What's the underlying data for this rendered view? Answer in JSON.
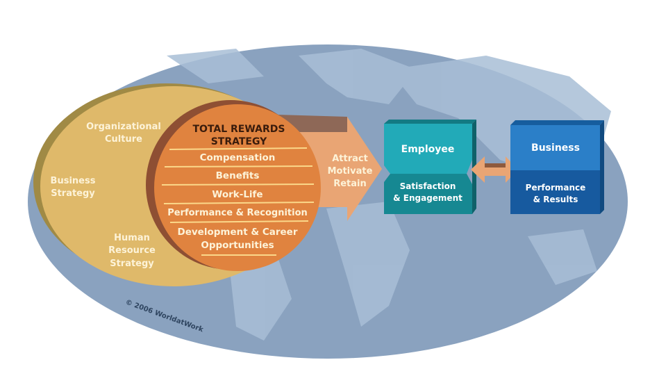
{
  "context": {
    "labels": [
      "Organizational Culture",
      "Business Strategy",
      "Human Resource Strategy"
    ],
    "lines": {
      "org": [
        "Organizational",
        "Culture"
      ],
      "biz": [
        "Business",
        "Strategy"
      ],
      "hr": [
        "Human",
        "Resource",
        "Strategy"
      ]
    }
  },
  "total_rewards": {
    "title": [
      "TOTAL REWARDS",
      "STRATEGY"
    ],
    "items": [
      "Compensation",
      "Benefits",
      "Work-Life",
      "Performance & Recognition",
      "Development & Career",
      "Opportunities"
    ]
  },
  "arrow": {
    "lines": [
      "Attract",
      "Motivate",
      "Retain"
    ]
  },
  "employee": {
    "title": "Employee",
    "sub": [
      "Satisfaction",
      "& Engagement"
    ]
  },
  "business": {
    "title": "Business",
    "sub": [
      "Performance",
      "& Results"
    ]
  },
  "copyright": "© 2006 WorldatWork",
  "colors": {
    "globe": "#8aa2bf",
    "land": "#a9bfd6",
    "context_ellipse": "#dfb96a",
    "rewards_circle": "#e0833f",
    "arrow": "#e9a574",
    "employee_top": "#22aab8",
    "employee_bottom": "#168892",
    "business_top": "#2b7fc8",
    "business_bottom": "#175a9f"
  }
}
